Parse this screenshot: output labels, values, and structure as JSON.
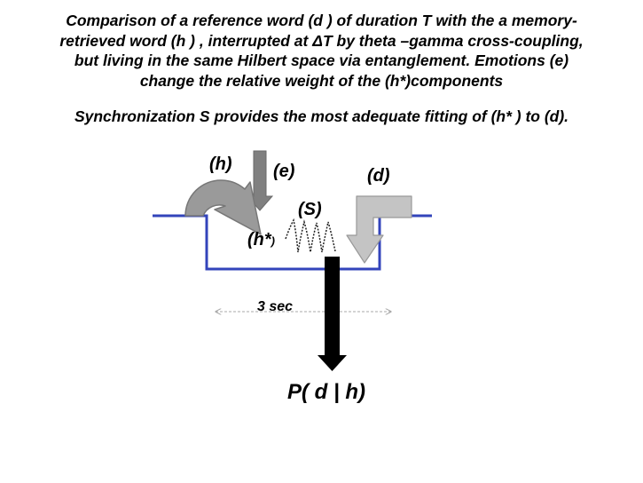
{
  "caption": {
    "line1": "Comparison of a reference word  (d ) of duration T  with the  a memory-",
    "line2": "retrieved word  (h ) , interrupted  at ΔT by theta –gamma cross-coupling,",
    "line3": "but living in the same Hilbert space via entanglement. Emotions (e)",
    "line4": "change the relative weight of the (h*)components",
    "line5": "Synchronization  S provides the most adequate fitting of  (h* ) to (d)."
  },
  "labels": {
    "h": "(h)",
    "e": "(e)",
    "d": "(d)",
    "s": "(S)",
    "hstar_main": "(h*",
    "hstar_paren": ")",
    "duration": "3 sec",
    "probability": "P( d | h)"
  },
  "colors": {
    "timeline": "#3344bb",
    "h_arrow_fill": "#9a9a9a",
    "d_arrow_fill": "#c4c4c4",
    "e_arrow_fill": "#808080",
    "down_arrow": "#000000",
    "dashed_arrow": "#aaaaaa"
  }
}
